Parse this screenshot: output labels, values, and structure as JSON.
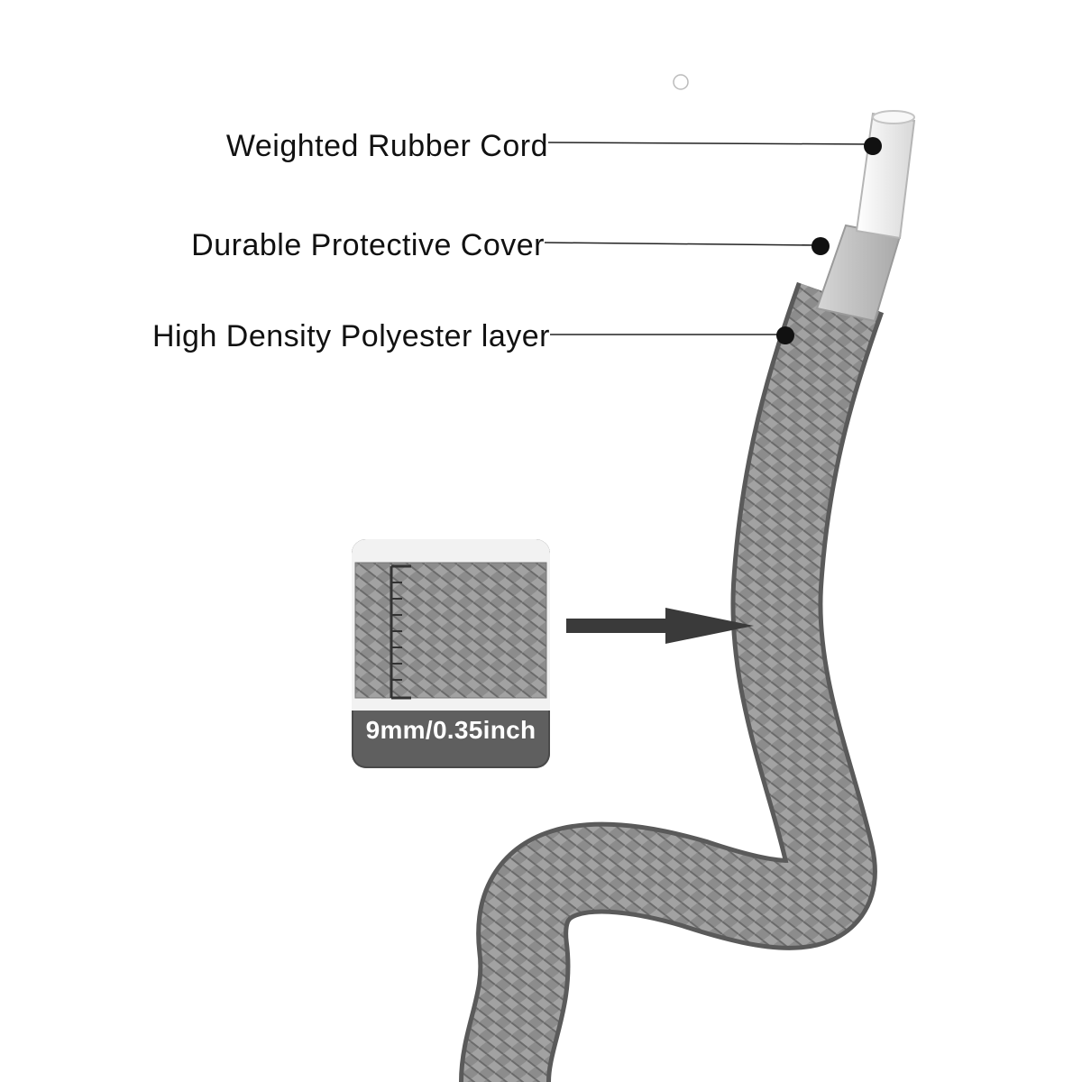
{
  "labels": {
    "weighted_rubber_cord": "Weighted Rubber Cord",
    "durable_protective_cover": "Durable Protective Cover",
    "high_density_polyester_layer": "High Density Polyester layer"
  },
  "detail": {
    "size": "9mm/0.35inch"
  },
  "colors": {
    "rope": "#8a8a8a",
    "rope_dark": "#555555",
    "core": "#f4f4f4",
    "cover": "#c9c9c9",
    "callout_bg": "#5f5f5f",
    "arrow": "#3a3a3a",
    "leader": "#222222"
  }
}
